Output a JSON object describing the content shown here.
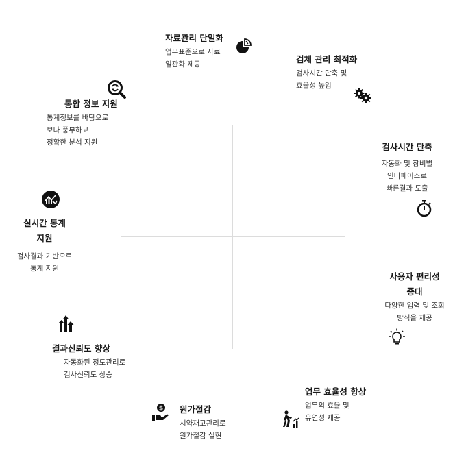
{
  "items": [
    {
      "title": "자료관리 단일화",
      "desc": [
        "업무표준으로 자료",
        "일관화 제공"
      ],
      "icon": "pie-chart-icon"
    },
    {
      "title": "검체 관리 최적화",
      "desc": [
        "검사시간 단축 및",
        "효율성 높임"
      ],
      "icon": "gears-icon"
    },
    {
      "title": "검사시간 단축",
      "desc": [
        "자동화 및 장비별",
        "인터페이스로",
        "빠른결과 도출"
      ],
      "icon": "stopwatch-icon"
    },
    {
      "title": [
        "사용자 편리성",
        "증대"
      ],
      "desc": [
        "다양한 입력 및 조회",
        "방식을 제공"
      ],
      "icon": "lightbulb-icon"
    },
    {
      "title": "업무 효율성 향상",
      "desc": [
        "업무의 효율 및",
        "유연성 제공"
      ],
      "icon": "walking-growth-icon"
    },
    {
      "title": "원가절감",
      "desc": [
        "시약재고관리로",
        "원가절감 실현"
      ],
      "icon": "hand-coin-icon"
    },
    {
      "title": "결과신뢰도 향상",
      "desc": [
        "자동화된 정도관리로",
        "검사신뢰도 상승"
      ],
      "icon": "arrows-up-icon"
    },
    {
      "title": [
        "실시간 통계",
        "지원"
      ],
      "desc": [
        "검사결과 기반으로",
        "통계 지원"
      ],
      "icon": "trend-chart-icon"
    },
    {
      "title": "통합 정보 지원",
      "desc": [
        "통계정보를 바탕으로",
        "보다 풍부하고",
        "정확한 분석 지원"
      ],
      "icon": "magnify-refresh-icon"
    }
  ]
}
